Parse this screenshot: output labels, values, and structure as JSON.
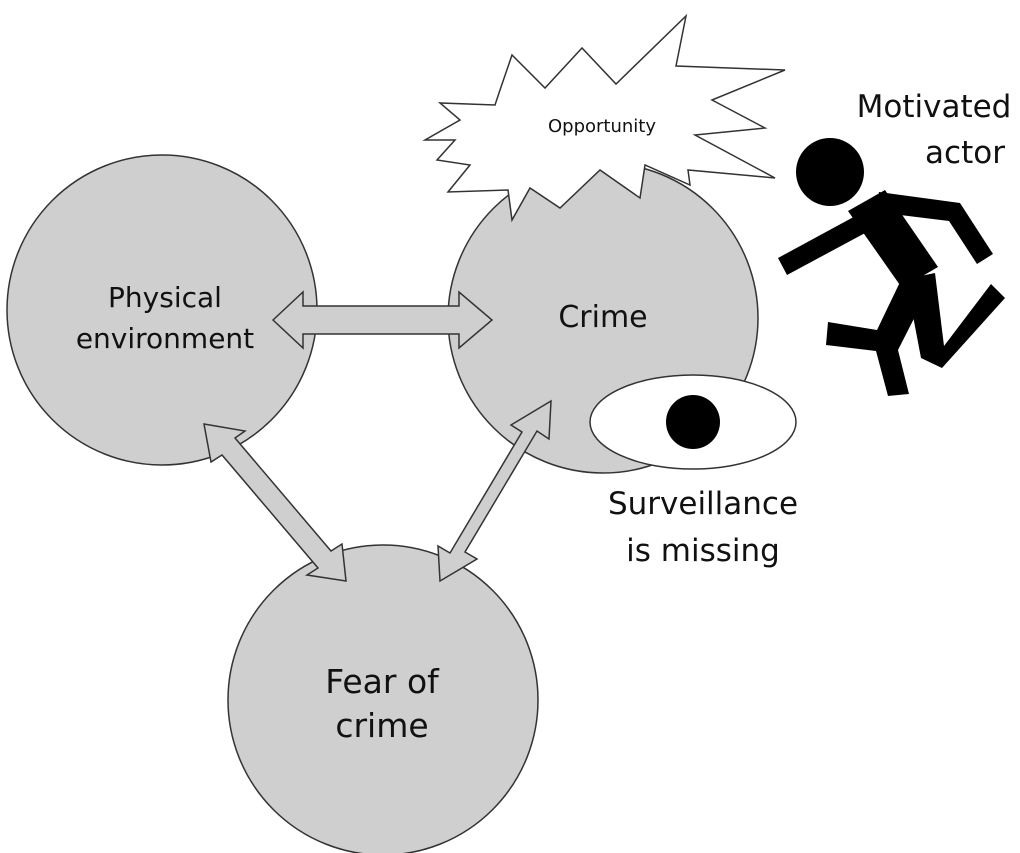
{
  "nodes": {
    "physical_environment": {
      "line1": "Physical",
      "line2": "environment"
    },
    "crime": {
      "label": "Crime"
    },
    "fear_of_crime": {
      "line1": "Fear of",
      "line2": "crime"
    }
  },
  "opportunity": {
    "label": "Opportunity"
  },
  "motivated_actor": {
    "line1": "Motivated",
    "line2": "actor"
  },
  "surveillance": {
    "line1": "Surveillance",
    "line2": "is missing"
  },
  "colors": {
    "circle_fill": "#d0cfd0",
    "circle_stroke": "#333333",
    "arrow_fill": "#d0cfd0",
    "figure": "#000000",
    "burst_fill": "#ffffff"
  }
}
